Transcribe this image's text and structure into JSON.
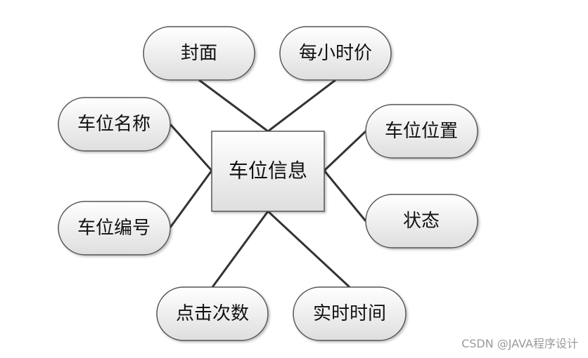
{
  "entity": {
    "label": "车位信息"
  },
  "attributes": [
    {
      "id": "cover",
      "label": "封面"
    },
    {
      "id": "hourly-price",
      "label": "每小时价"
    },
    {
      "id": "spot-name",
      "label": "车位名称"
    },
    {
      "id": "spot-location",
      "label": "车位位置"
    },
    {
      "id": "spot-number",
      "label": "车位编号"
    },
    {
      "id": "status",
      "label": "状态"
    },
    {
      "id": "click-count",
      "label": "点击次数"
    },
    {
      "id": "real-time",
      "label": "实时时间"
    }
  ],
  "watermark": "CSDN @JAVA程序设计",
  "colors": {
    "line": "#333333",
    "shape_stroke": "#555555",
    "fill_top": "#ffffff",
    "fill_bottom": "#dedede"
  }
}
